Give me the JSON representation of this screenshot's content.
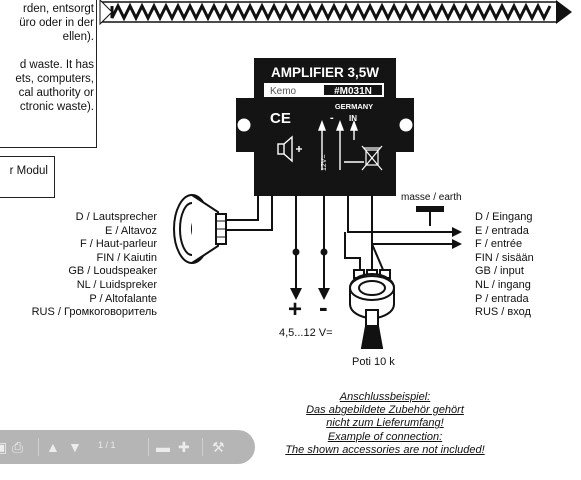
{
  "notice_de": [
    "rden, entsorgt",
    "üro oder in der",
    "ellen)."
  ],
  "notice_en": [
    "d waste. It has",
    "ets, computers,",
    "cal authority or",
    "ctronic waste)."
  ],
  "modul_text": "r Modul",
  "module": {
    "title": "AMPLIFIER  3,5W",
    "brand": "Kemo",
    "model": "#M031N",
    "country": "GERMANY",
    "ce": "CE",
    "in_label": "IN",
    "supply_label": "12V=",
    "plus_sign": "+",
    "minus_sign": "-"
  },
  "speaker_labels": [
    "D / Lautsprecher",
    "E / Altavoz",
    "F / Haut-parleur",
    "FIN / Kaiutin",
    "GB / Loudspeaker",
    "NL / Luidspreker",
    "P / Altofalante",
    "RUS / Громкоговоритель"
  ],
  "input_labels": [
    "D / Eingang",
    "E / entrada",
    "F / entrée",
    "FIN / sisään",
    "GB / input",
    "NL / ingang",
    "P / entrada",
    "RUS / вход"
  ],
  "ground_label": "masse / earth",
  "voltage_label": "4,5...12 V=",
  "supply_plus": "+",
  "supply_minus": "-",
  "poti_label": "Poti 10 k",
  "note_lines": [
    "Anschlussbeispiel:",
    "Das abgebildete Zubehör gehört",
    "nicht zum Lieferumfang!",
    "Example of connection:",
    "The shown accessories are not included!"
  ],
  "toolbar": {
    "page_indicator": "1 / 1",
    "icons": [
      "save-icon",
      "print-icon",
      "page-up-icon",
      "page-down-icon",
      "zoom-out-icon",
      "zoom-in-icon",
      "tools-icon"
    ]
  },
  "colors": {
    "module_body": "#141414",
    "line": "#111111",
    "toolbar": "#b5b5b5"
  }
}
